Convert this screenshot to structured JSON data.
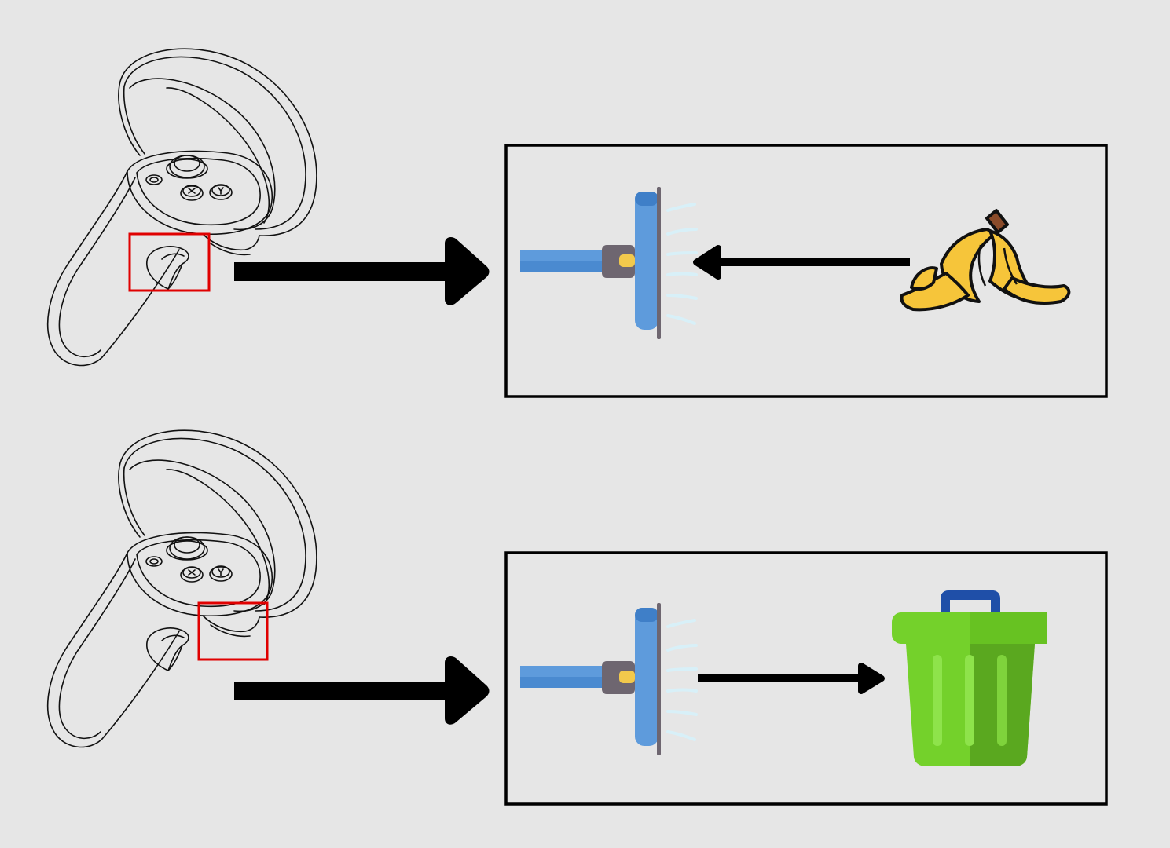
{
  "diagram": {
    "background": "#e6e6e6",
    "colors": {
      "highlight": "#e00000",
      "arrow": "#000000",
      "outline": "#111111",
      "vacuum_blue": "#5e9bdc",
      "vacuum_blue_dark": "#3f7fc8",
      "vacuum_gray": "#6e6670",
      "vacuum_light": "#d8f0f8",
      "vacuum_accent": "#f2c94c",
      "banana_yellow": "#f6c53a",
      "banana_stem": "#8a4b2a",
      "trash_green": "#74d12b",
      "trash_green_dark": "#5aa81f",
      "trash_handle": "#1f4fa8"
    },
    "rows": [
      {
        "controller_icon": "vr-controller-icon",
        "highlighted_control": "trigger",
        "tool_icon": "vacuum-cleaner-icon",
        "flow_direction": "toward-tool",
        "object_icon": "banana-peel-icon"
      },
      {
        "controller_icon": "vr-controller-icon",
        "highlighted_control": "grip",
        "tool_icon": "vacuum-cleaner-icon",
        "flow_direction": "away-from-tool",
        "object_icon": "trash-bin-icon"
      }
    ]
  }
}
